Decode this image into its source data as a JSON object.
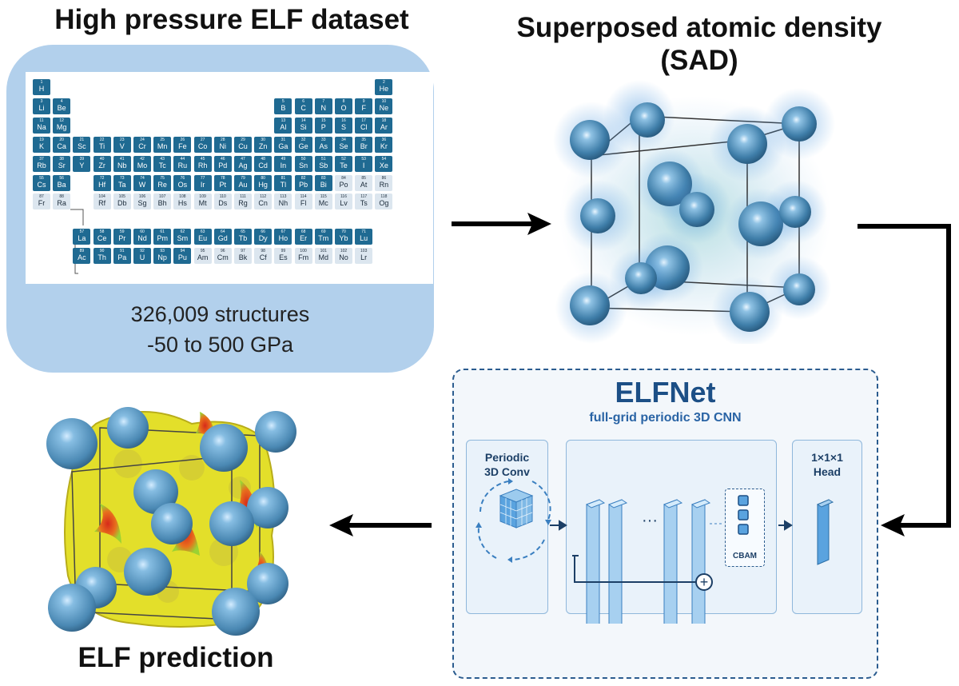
{
  "titles": {
    "dataset": "High pressure ELF dataset",
    "sad_line1": "Superposed atomic density",
    "sad_line2": "(SAD)",
    "prediction": "ELF prediction"
  },
  "dataset": {
    "structures": "326,009 structures",
    "pressure": "-50 to 500 GPa"
  },
  "periodic_table": {
    "elements": [
      {
        "z": 1,
        "s": "H",
        "r": 1,
        "c": 1,
        "st": "dark"
      },
      {
        "z": 2,
        "s": "He",
        "r": 1,
        "c": 18,
        "st": "dark"
      },
      {
        "z": 3,
        "s": "Li",
        "r": 2,
        "c": 1,
        "st": "dark"
      },
      {
        "z": 4,
        "s": "Be",
        "r": 2,
        "c": 2,
        "st": "dark"
      },
      {
        "z": 5,
        "s": "B",
        "r": 2,
        "c": 13,
        "st": "dark"
      },
      {
        "z": 6,
        "s": "C",
        "r": 2,
        "c": 14,
        "st": "dark"
      },
      {
        "z": 7,
        "s": "N",
        "r": 2,
        "c": 15,
        "st": "dark"
      },
      {
        "z": 8,
        "s": "O",
        "r": 2,
        "c": 16,
        "st": "dark"
      },
      {
        "z": 9,
        "s": "F",
        "r": 2,
        "c": 17,
        "st": "dark"
      },
      {
        "z": 10,
        "s": "Ne",
        "r": 2,
        "c": 18,
        "st": "dark"
      },
      {
        "z": 11,
        "s": "Na",
        "r": 3,
        "c": 1,
        "st": "dark"
      },
      {
        "z": 12,
        "s": "Mg",
        "r": 3,
        "c": 2,
        "st": "dark"
      },
      {
        "z": 13,
        "s": "Al",
        "r": 3,
        "c": 13,
        "st": "dark"
      },
      {
        "z": 14,
        "s": "Si",
        "r": 3,
        "c": 14,
        "st": "dark"
      },
      {
        "z": 15,
        "s": "P",
        "r": 3,
        "c": 15,
        "st": "dark"
      },
      {
        "z": 16,
        "s": "S",
        "r": 3,
        "c": 16,
        "st": "dark"
      },
      {
        "z": 17,
        "s": "Cl",
        "r": 3,
        "c": 17,
        "st": "dark"
      },
      {
        "z": 18,
        "s": "Ar",
        "r": 3,
        "c": 18,
        "st": "dark"
      },
      {
        "z": 19,
        "s": "K",
        "r": 4,
        "c": 1,
        "st": "dark"
      },
      {
        "z": 20,
        "s": "Ca",
        "r": 4,
        "c": 2,
        "st": "dark"
      },
      {
        "z": 21,
        "s": "Sc",
        "r": 4,
        "c": 3,
        "st": "dark"
      },
      {
        "z": 22,
        "s": "Ti",
        "r": 4,
        "c": 4,
        "st": "dark"
      },
      {
        "z": 23,
        "s": "V",
        "r": 4,
        "c": 5,
        "st": "dark"
      },
      {
        "z": 24,
        "s": "Cr",
        "r": 4,
        "c": 6,
        "st": "dark"
      },
      {
        "z": 25,
        "s": "Mn",
        "r": 4,
        "c": 7,
        "st": "dark"
      },
      {
        "z": 26,
        "s": "Fe",
        "r": 4,
        "c": 8,
        "st": "dark"
      },
      {
        "z": 27,
        "s": "Co",
        "r": 4,
        "c": 9,
        "st": "dark"
      },
      {
        "z": 28,
        "s": "Ni",
        "r": 4,
        "c": 10,
        "st": "dark"
      },
      {
        "z": 29,
        "s": "Cu",
        "r": 4,
        "c": 11,
        "st": "dark"
      },
      {
        "z": 30,
        "s": "Zn",
        "r": 4,
        "c": 12,
        "st": "dark"
      },
      {
        "z": 31,
        "s": "Ga",
        "r": 4,
        "c": 13,
        "st": "dark"
      },
      {
        "z": 32,
        "s": "Ge",
        "r": 4,
        "c": 14,
        "st": "dark"
      },
      {
        "z": 33,
        "s": "As",
        "r": 4,
        "c": 15,
        "st": "dark"
      },
      {
        "z": 34,
        "s": "Se",
        "r": 4,
        "c": 16,
        "st": "dark"
      },
      {
        "z": 35,
        "s": "Br",
        "r": 4,
        "c": 17,
        "st": "dark"
      },
      {
        "z": 36,
        "s": "Kr",
        "r": 4,
        "c": 18,
        "st": "dark"
      },
      {
        "z": 37,
        "s": "Rb",
        "r": 5,
        "c": 1,
        "st": "dark"
      },
      {
        "z": 38,
        "s": "Sr",
        "r": 5,
        "c": 2,
        "st": "dark"
      },
      {
        "z": 39,
        "s": "Y",
        "r": 5,
        "c": 3,
        "st": "dark"
      },
      {
        "z": 40,
        "s": "Zr",
        "r": 5,
        "c": 4,
        "st": "dark"
      },
      {
        "z": 41,
        "s": "Nb",
        "r": 5,
        "c": 5,
        "st": "dark"
      },
      {
        "z": 42,
        "s": "Mo",
        "r": 5,
        "c": 6,
        "st": "dark"
      },
      {
        "z": 43,
        "s": "Tc",
        "r": 5,
        "c": 7,
        "st": "dark"
      },
      {
        "z": 44,
        "s": "Ru",
        "r": 5,
        "c": 8,
        "st": "dark"
      },
      {
        "z": 45,
        "s": "Rh",
        "r": 5,
        "c": 9,
        "st": "dark"
      },
      {
        "z": 46,
        "s": "Pd",
        "r": 5,
        "c": 10,
        "st": "dark"
      },
      {
        "z": 47,
        "s": "Ag",
        "r": 5,
        "c": 11,
        "st": "dark"
      },
      {
        "z": 48,
        "s": "Cd",
        "r": 5,
        "c": 12,
        "st": "dark"
      },
      {
        "z": 49,
        "s": "In",
        "r": 5,
        "c": 13,
        "st": "dark"
      },
      {
        "z": 50,
        "s": "Sn",
        "r": 5,
        "c": 14,
        "st": "dark"
      },
      {
        "z": 51,
        "s": "Sb",
        "r": 5,
        "c": 15,
        "st": "dark"
      },
      {
        "z": 52,
        "s": "Te",
        "r": 5,
        "c": 16,
        "st": "dark"
      },
      {
        "z": 53,
        "s": "I",
        "r": 5,
        "c": 17,
        "st": "dark"
      },
      {
        "z": 54,
        "s": "Xe",
        "r": 5,
        "c": 18,
        "st": "dark"
      },
      {
        "z": 55,
        "s": "Cs",
        "r": 6,
        "c": 1,
        "st": "dark"
      },
      {
        "z": 56,
        "s": "Ba",
        "r": 6,
        "c": 2,
        "st": "dark"
      },
      {
        "z": 72,
        "s": "Hf",
        "r": 6,
        "c": 4,
        "st": "dark"
      },
      {
        "z": 73,
        "s": "Ta",
        "r": 6,
        "c": 5,
        "st": "dark"
      },
      {
        "z": 74,
        "s": "W",
        "r": 6,
        "c": 6,
        "st": "dark"
      },
      {
        "z": 75,
        "s": "Re",
        "r": 6,
        "c": 7,
        "st": "dark"
      },
      {
        "z": 76,
        "s": "Os",
        "r": 6,
        "c": 8,
        "st": "dark"
      },
      {
        "z": 77,
        "s": "Ir",
        "r": 6,
        "c": 9,
        "st": "dark"
      },
      {
        "z": 78,
        "s": "Pt",
        "r": 6,
        "c": 10,
        "st": "dark"
      },
      {
        "z": 79,
        "s": "Au",
        "r": 6,
        "c": 11,
        "st": "dark"
      },
      {
        "z": 80,
        "s": "Hg",
        "r": 6,
        "c": 12,
        "st": "dark"
      },
      {
        "z": 81,
        "s": "Tl",
        "r": 6,
        "c": 13,
        "st": "dark"
      },
      {
        "z": 82,
        "s": "Pb",
        "r": 6,
        "c": 14,
        "st": "dark"
      },
      {
        "z": 83,
        "s": "Bi",
        "r": 6,
        "c": 15,
        "st": "dark"
      },
      {
        "z": 84,
        "s": "Po",
        "r": 6,
        "c": 16,
        "st": "light"
      },
      {
        "z": 85,
        "s": "At",
        "r": 6,
        "c": 17,
        "st": "light"
      },
      {
        "z": 86,
        "s": "Rn",
        "r": 6,
        "c": 18,
        "st": "light"
      },
      {
        "z": 87,
        "s": "Fr",
        "r": 7,
        "c": 1,
        "st": "light"
      },
      {
        "z": 88,
        "s": "Ra",
        "r": 7,
        "c": 2,
        "st": "light"
      },
      {
        "z": 104,
        "s": "Rf",
        "r": 7,
        "c": 4,
        "st": "light"
      },
      {
        "z": 105,
        "s": "Db",
        "r": 7,
        "c": 5,
        "st": "light"
      },
      {
        "z": 106,
        "s": "Sg",
        "r": 7,
        "c": 6,
        "st": "light"
      },
      {
        "z": 107,
        "s": "Bh",
        "r": 7,
        "c": 7,
        "st": "light"
      },
      {
        "z": 108,
        "s": "Hs",
        "r": 7,
        "c": 8,
        "st": "light"
      },
      {
        "z": 109,
        "s": "Mt",
        "r": 7,
        "c": 9,
        "st": "light"
      },
      {
        "z": 110,
        "s": "Ds",
        "r": 7,
        "c": 10,
        "st": "light"
      },
      {
        "z": 111,
        "s": "Rg",
        "r": 7,
        "c": 11,
        "st": "light"
      },
      {
        "z": 112,
        "s": "Cn",
        "r": 7,
        "c": 12,
        "st": "light"
      },
      {
        "z": 113,
        "s": "Nh",
        "r": 7,
        "c": 13,
        "st": "light"
      },
      {
        "z": 114,
        "s": "Fl",
        "r": 7,
        "c": 14,
        "st": "light"
      },
      {
        "z": 115,
        "s": "Mc",
        "r": 7,
        "c": 15,
        "st": "light"
      },
      {
        "z": 116,
        "s": "Lv",
        "r": 7,
        "c": 16,
        "st": "light"
      },
      {
        "z": 117,
        "s": "Ts",
        "r": 7,
        "c": 17,
        "st": "light"
      },
      {
        "z": 118,
        "s": "Og",
        "r": 7,
        "c": 18,
        "st": "light"
      },
      {
        "z": 57,
        "s": "La",
        "r": 9,
        "c": 3,
        "st": "dark"
      },
      {
        "z": 58,
        "s": "Ce",
        "r": 9,
        "c": 4,
        "st": "dark"
      },
      {
        "z": 59,
        "s": "Pr",
        "r": 9,
        "c": 5,
        "st": "dark"
      },
      {
        "z": 60,
        "s": "Nd",
        "r": 9,
        "c": 6,
        "st": "dark"
      },
      {
        "z": 61,
        "s": "Pm",
        "r": 9,
        "c": 7,
        "st": "dark"
      },
      {
        "z": 62,
        "s": "Sm",
        "r": 9,
        "c": 8,
        "st": "dark"
      },
      {
        "z": 63,
        "s": "Eu",
        "r": 9,
        "c": 9,
        "st": "dark"
      },
      {
        "z": 64,
        "s": "Gd",
        "r": 9,
        "c": 10,
        "st": "dark"
      },
      {
        "z": 65,
        "s": "Tb",
        "r": 9,
        "c": 11,
        "st": "dark"
      },
      {
        "z": 66,
        "s": "Dy",
        "r": 9,
        "c": 12,
        "st": "dark"
      },
      {
        "z": 67,
        "s": "Ho",
        "r": 9,
        "c": 13,
        "st": "dark"
      },
      {
        "z": 68,
        "s": "Er",
        "r": 9,
        "c": 14,
        "st": "dark"
      },
      {
        "z": 69,
        "s": "Tm",
        "r": 9,
        "c": 15,
        "st": "dark"
      },
      {
        "z": 70,
        "s": "Yb",
        "r": 9,
        "c": 16,
        "st": "dark"
      },
      {
        "z": 71,
        "s": "Lu",
        "r": 9,
        "c": 17,
        "st": "dark"
      },
      {
        "z": 89,
        "s": "Ac",
        "r": 10,
        "c": 3,
        "st": "dark"
      },
      {
        "z": 90,
        "s": "Th",
        "r": 10,
        "c": 4,
        "st": "dark"
      },
      {
        "z": 91,
        "s": "Pa",
        "r": 10,
        "c": 5,
        "st": "dark"
      },
      {
        "z": 92,
        "s": "U",
        "r": 10,
        "c": 6,
        "st": "dark"
      },
      {
        "z": 93,
        "s": "Np",
        "r": 10,
        "c": 7,
        "st": "dark"
      },
      {
        "z": 94,
        "s": "Pu",
        "r": 10,
        "c": 8,
        "st": "dark"
      },
      {
        "z": 95,
        "s": "Am",
        "r": 10,
        "c": 9,
        "st": "light"
      },
      {
        "z": 96,
        "s": "Cm",
        "r": 10,
        "c": 10,
        "st": "light"
      },
      {
        "z": 97,
        "s": "Bk",
        "r": 10,
        "c": 11,
        "st": "light"
      },
      {
        "z": 98,
        "s": "Cf",
        "r": 10,
        "c": 12,
        "st": "light"
      },
      {
        "z": 99,
        "s": "Es",
        "r": 10,
        "c": 13,
        "st": "light"
      },
      {
        "z": 100,
        "s": "Fm",
        "r": 10,
        "c": 14,
        "st": "light"
      },
      {
        "z": 101,
        "s": "Md",
        "r": 10,
        "c": 15,
        "st": "light"
      },
      {
        "z": 102,
        "s": "No",
        "r": 10,
        "c": 16,
        "st": "light"
      },
      {
        "z": 103,
        "s": "Lr",
        "r": 10,
        "c": 17,
        "st": "light"
      }
    ]
  },
  "elfnet": {
    "title": "ELFNet",
    "subtitle": "full-grid periodic 3D CNN",
    "conv_line1": "Periodic",
    "conv_line2": "3D Conv",
    "ellipsis": "···",
    "cbam": "CBAM",
    "head_line1": "1×1×1",
    "head_line2": "Head",
    "residual_add": "+"
  },
  "colors": {
    "panel_blue": "#b2d0ec",
    "element_dark": "#1f6a92",
    "element_light": "#dce6ef",
    "elfnet_title": "#1c4f86",
    "atom_blue": "#4f8fb8",
    "elf_yellow": "#e3e02a",
    "elf_red": "#d9321c"
  },
  "icons": [
    "arrow-right-icon",
    "arrow-left-icon",
    "cube-icon",
    "rotation-arrows-icon"
  ]
}
